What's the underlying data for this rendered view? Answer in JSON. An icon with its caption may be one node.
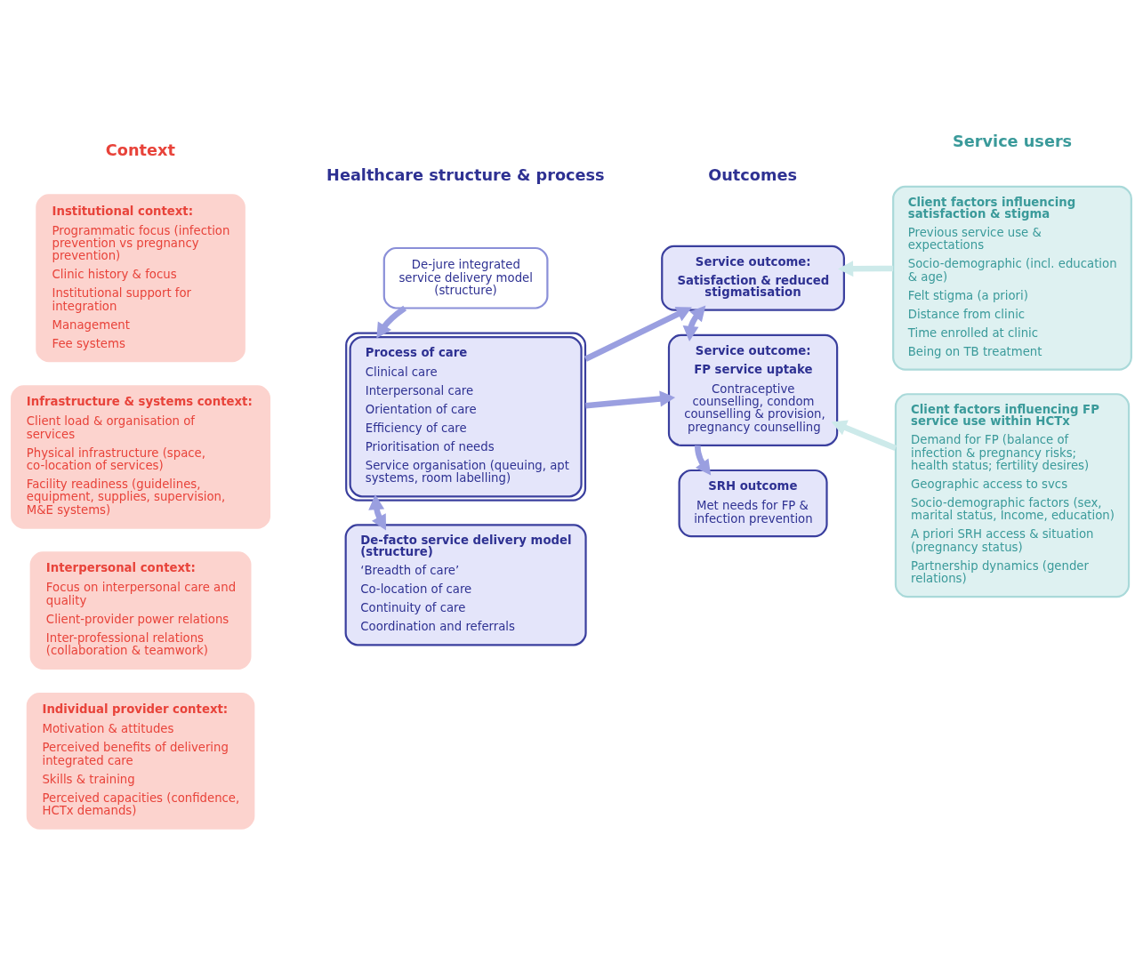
{
  "diagram": {
    "nodes": [
      {
        "text": [
          "Institutional context:",
          "Programmatic focus (infection prevention vs pregnancy prevention)",
          "Clinic history & focus",
          "Institutional support for integration",
          "Management",
          "Fee systems"
        ]
      },
      {
        "text": [
          "Infrastructure & systems context:",
          "Client load & organisation of services",
          "Physical infrastructure (space, co-location of services)",
          "Facility readiness (guidelines, equipment, supplies, supervision, M&E systems)"
        ]
      },
      {
        "text": [
          "Interpersonal context:",
          "Focus on interpersonal care and quality",
          "Client-provider power relations",
          "Inter-professional relations (collaboration & teamwork)"
        ]
      },
      {
        "text": [
          "Individual provider context:",
          "Motivation & attitudes",
          "Perceived benefits of delivering integrated care",
          "Skills & training",
          "Perceived capacities (confidence, HCTx demands)"
        ]
      },
      {
        "text": [
          "De-jure integrated service delivery model (structure)"
        ]
      },
      {
        "text": [
          "Process of care",
          "Clinical care",
          "Interpersonal care",
          "Orientation of care",
          "Efficiency of care",
          "Prioritisation of needs",
          "Service organisation (queuing, apt systems, room labelling)"
        ]
      },
      {
        "text": [
          "De-facto service delivery model (structure)",
          "‘Breadth of care’",
          "Co-location of care",
          "Continuity of care",
          "Coordination and referrals"
        ]
      },
      {
        "text": [
          "Service outcome:",
          "Satisfaction & reduced stigmatisation"
        ]
      },
      {
        "text": [
          "Service outcome:",
          "FP service uptake",
          "Contraceptive counselling, condom counselling & provision, pregnancy counselling"
        ]
      },
      {
        "text": [
          "SRH outcome",
          "Met needs for FP & infection prevention"
        ]
      },
      {
        "text": [
          "Client factors influencing satisfaction & stigma",
          "Previous service use & expectations",
          "Socio-demographic (incl. education & age)",
          "Felt stigma (a priori)",
          "Distance from clinic",
          "Time enrolled at clinic",
          "Being on TB treatment"
        ]
      },
      {
        "text": [
          "Client factors influencing FP service use within HCTx",
          "Demand for FP (balance of infection & pregnancy risks; health status; fertility desires)",
          "Geographic access to svcs",
          "Socio-demographic factors (sex, marital status, Income, education)",
          "A priori SRH access & situation (pregnancy status)",
          "Partnership dynamics (gender relations)"
        ]
      }
    ],
    "edges": [
      {
        "from": 4,
        "to": 5,
        "arrow": "to"
      },
      {
        "from": 5,
        "to": 6,
        "arrow": "both"
      },
      {
        "from": 5,
        "to": 7,
        "arrow": "to"
      },
      {
        "from": 5,
        "to": 8,
        "arrow": "to"
      },
      {
        "from": 7,
        "to": 8,
        "arrow": "both"
      },
      {
        "from": 8,
        "to": 9,
        "arrow": "to"
      },
      {
        "from": 10,
        "to": 7,
        "arrow": "to",
        "color": "#cdeaea"
      },
      {
        "from": 11,
        "to": 8,
        "arrow": "to",
        "color": "#cdeaea"
      }
    ],
    "labels": [
      "Context",
      "Healthcare structure & process",
      "Outcomes",
      "Service users"
    ]
  }
}
